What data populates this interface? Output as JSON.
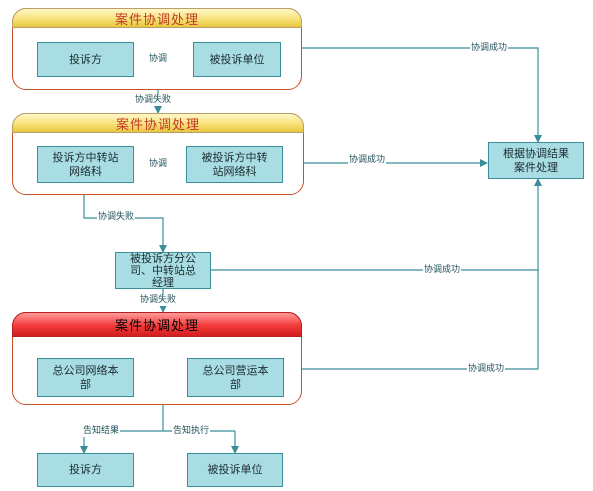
{
  "panels": [
    {
      "title": "案件协调处理"
    },
    {
      "title": "案件协调处理"
    },
    {
      "title": "案件协调处理"
    }
  ],
  "nodes": {
    "complainant_1": "投诉方",
    "respondent_1": "被投诉单位",
    "complainant_station": "投诉方中转站\n网络科",
    "respondent_station": "被投诉方中转\n站网络科",
    "respondent_branch": "被投诉方分公\n司、中转站总\n经理",
    "hq_network": "总公司网络本\n部",
    "hq_operations": "总公司营运本\n部",
    "result": "根据协调结果\n案件处理",
    "complainant_final": "投诉方",
    "respondent_final": "被投诉单位"
  },
  "labels": {
    "coordinate_1": "协调",
    "coordinate_2": "协调",
    "success_1": "协调成功",
    "success_2": "协调成功",
    "success_3": "协调成功",
    "success_4": "协调成功",
    "fail_1": "协调失败",
    "fail_2": "协调失败",
    "fail_3": "协调失败",
    "inform_result": "告知结果",
    "inform_execute": "告知执行"
  },
  "colors": {
    "node_fill": "#a8dde4",
    "node_border": "#3a8e9a",
    "connector": "#3a8e9a",
    "panel_border": "#c8502a",
    "header_yellow": "#f8e27a",
    "header_red": "#f23a3a"
  }
}
